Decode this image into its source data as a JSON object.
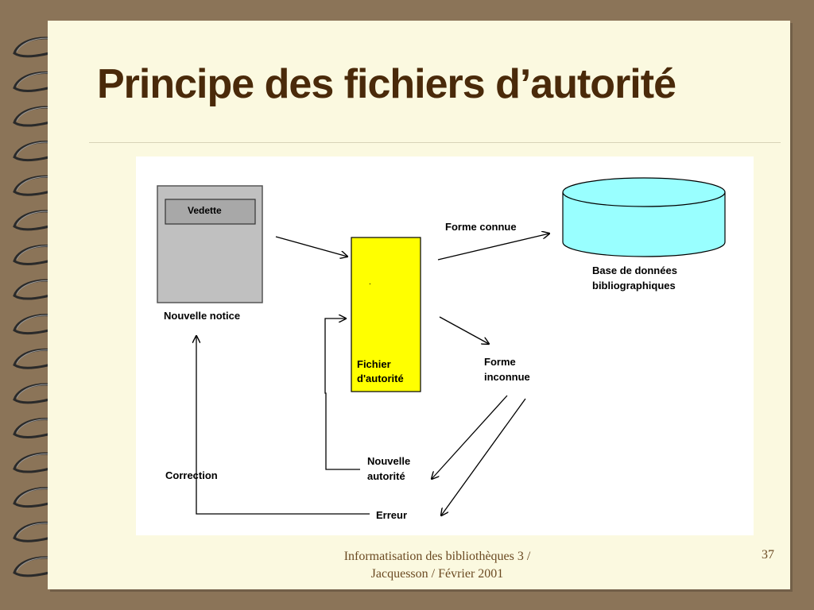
{
  "slide": {
    "title": "Principe des fichiers d’autorité",
    "footer_line1": "Informatisation des bibliothèques 3 /",
    "footer_line2": "Jacquesson / Février 2001",
    "page_number": "37"
  },
  "diagram": {
    "vedette": "Vedette",
    "nouvelle_notice": "Nouvelle notice",
    "fichier_line1": "Fichier",
    "fichier_line2": "d'autorité",
    "fichier_dot": ".",
    "forme_connue": "Forme connue",
    "base_line1": "Base de données",
    "base_line2": "bibliographiques",
    "forme_inconnue_line1": "Forme",
    "forme_inconnue_line2": "inconnue",
    "nouvelle_autorite_line1": "Nouvelle",
    "nouvelle_autorite_line2": "autorité",
    "correction": "Correction",
    "erreur": "Erreur"
  },
  "colors": {
    "page_background": "#fbf9e0",
    "border_background": "#8b7458",
    "title_color": "#4a2a0a",
    "notice_fill": "#c0c0c0",
    "fichier_fill": "#ffff00",
    "database_fill": "#99ffff"
  },
  "icons": {
    "binding": "spiral-ring-icon"
  }
}
